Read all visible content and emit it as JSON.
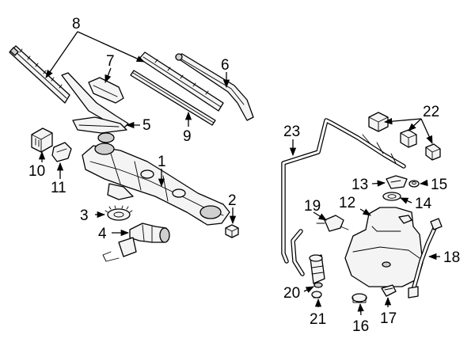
{
  "callouts": {
    "c1": "1",
    "c2": "2",
    "c3": "3",
    "c4": "4",
    "c5": "5",
    "c6": "6",
    "c7": "7",
    "c8": "8",
    "c9": "9",
    "c10": "10",
    "c11": "11",
    "c12": "12",
    "c13": "13",
    "c14": "14",
    "c15": "15",
    "c16": "16",
    "c17": "17",
    "c18": "18",
    "c19": "19",
    "c20": "20",
    "c21": "21",
    "c22": "22",
    "c23": "23"
  },
  "colors": {
    "line": "#000000",
    "part_fill": "#f4f4f4",
    "part_shade": "#cfcfcf",
    "background": "#ffffff"
  }
}
